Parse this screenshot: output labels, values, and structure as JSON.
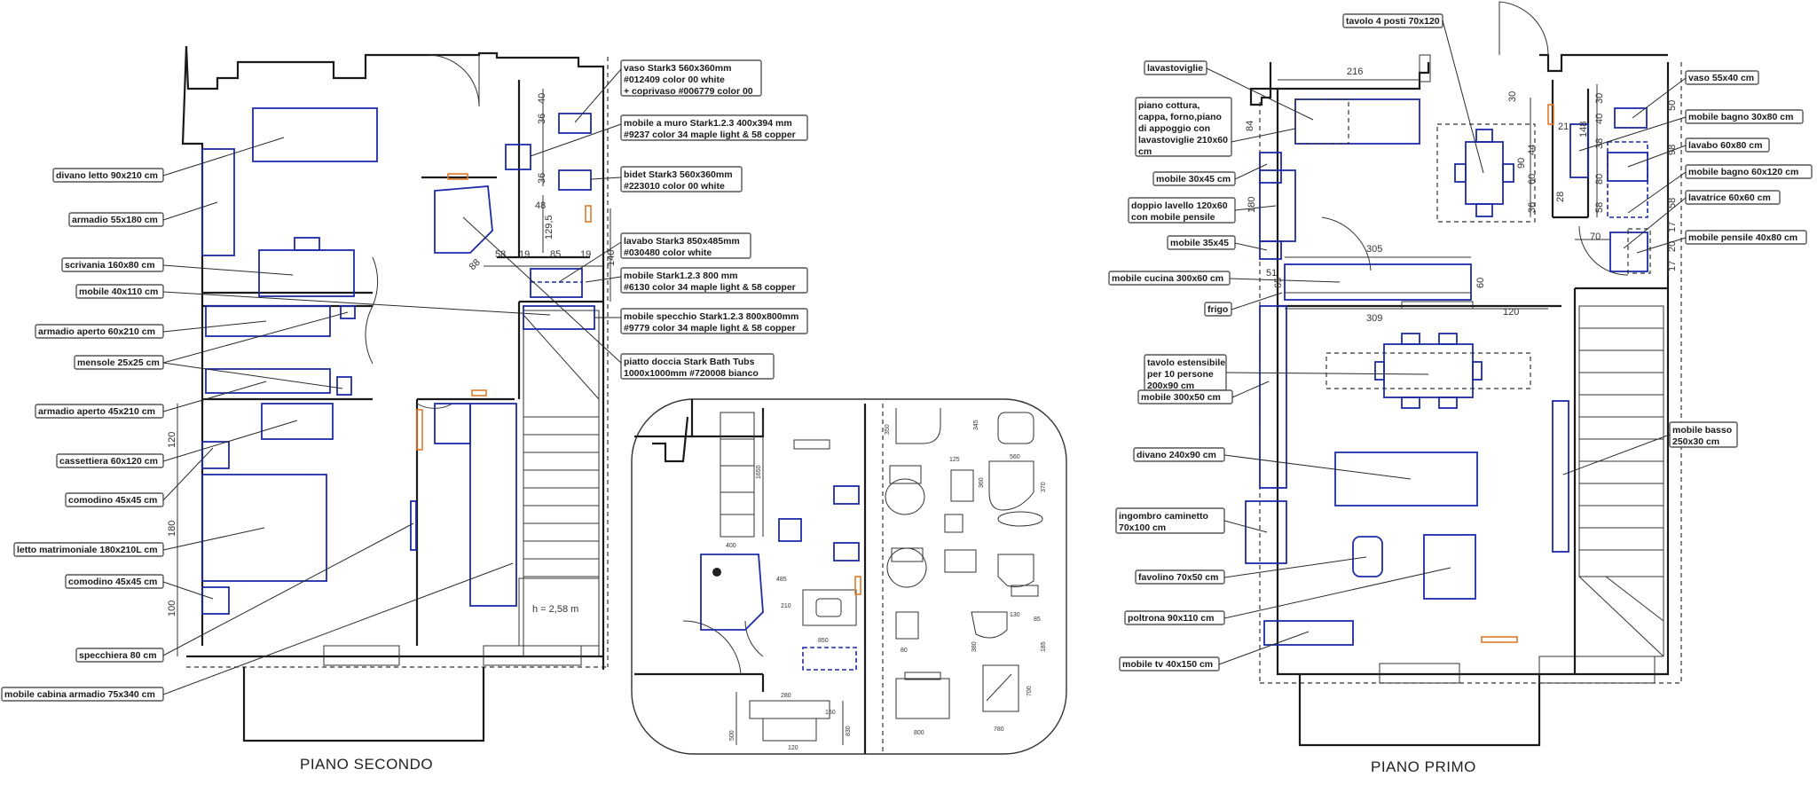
{
  "plans": {
    "secondo": {
      "title": "PIANO SECONDO",
      "height_note": "h = 2,58 m",
      "labels_left": [
        "divano letto 90x210 cm",
        "armadio 55x180 cm",
        "scrivania 160x80 cm",
        "mobile 40x110 cm",
        "armadio aperto 60x210 cm",
        "mensole 25x25 cm",
        "armadio aperto 45x210 cm",
        "cassettiera 60x120 cm",
        "comodino 45x45 cm",
        "letto matrimoniale 180x210L cm",
        "comodino 45x45 cm",
        "specchiera 80 cm",
        "mobile cabina armadio 75x340 cm"
      ],
      "labels_right": [
        [
          "vaso Stark3 560x360mm",
          "#012409 color 00 white",
          "+ coprivaso #006779 color 00"
        ],
        [
          "mobile a muro Stark1.2.3 400x394 mm",
          "#9237 color 34 maple light & 58 copper"
        ],
        [
          "bidet Stark3 560x360mm",
          "#223010 color 00 white"
        ],
        [
          "lavabo Stark3 850x485mm",
          "#030480 color white"
        ],
        [
          "mobile Stark1.2.3 800 mm",
          "#6130 color 34 maple light & 58 copper"
        ],
        [
          "mobile specchio Stark1.2.3 800x800mm",
          "#9779 color 34 maple light & 58 copper"
        ],
        [
          "piatto doccia Stark Bath Tubs",
          "1000x1000mm  #720008 bianco"
        ]
      ],
      "dimensions": [
        "40",
        "36",
        "36",
        "48",
        "129,5",
        "140",
        "58",
        "19",
        "85",
        "19",
        "88",
        "120",
        "180",
        "100"
      ]
    },
    "detail": {
      "dimensions": [
        "1650",
        "400",
        "485",
        "210",
        "850",
        "280",
        "150",
        "120",
        "500",
        "830",
        "345",
        "350",
        "125",
        "560",
        "370",
        "360",
        "130",
        "85",
        "185",
        "380",
        "80",
        "800",
        "700",
        "780"
      ]
    },
    "primo": {
      "title": "PIANO PRIMO",
      "labels_left": [
        "lavastoviglie",
        [
          "piano cottura,",
          "cappa, forno,piano",
          "di appoggio con",
          "lavastoviglie 210x60",
          "cm"
        ],
        "mobile 30x45 cm",
        [
          "doppio lavello 120x60",
          "con mobile pensile"
        ],
        "mobile 35x45",
        "mobile cucina 300x60 cm",
        "frigo",
        [
          "tavolo estensibile",
          "per 10 persone",
          "200x90 cm"
        ],
        "mobile 300x50 cm",
        "divano 240x90 cm",
        [
          "ingombro caminetto",
          "70x100 cm"
        ],
        "favolino 70x50 cm",
        "poltrona 90x110 cm",
        "mobile tv 40x150 cm"
      ],
      "label_top": "tavolo 4 posti 70x120",
      "labels_right": [
        "vaso 55x40 cm",
        "mobile bagno 30x80 cm",
        "lavabo 60x80 cm",
        "mobile bagno 60x120 cm",
        "lavatrice 60x60 cm",
        "mobile pensile 40x80 cm",
        [
          "mobile basso",
          "250x30 cm"
        ]
      ],
      "dimensions": [
        "216",
        "84",
        "180",
        "65",
        "51",
        "305",
        "60",
        "309",
        "120",
        "30",
        "90",
        "44",
        "60",
        "36",
        "148",
        "21",
        "28",
        "30",
        "40",
        "50",
        "38",
        "80",
        "58",
        "98",
        "58",
        "17",
        "20",
        "17",
        "70"
      ]
    }
  }
}
